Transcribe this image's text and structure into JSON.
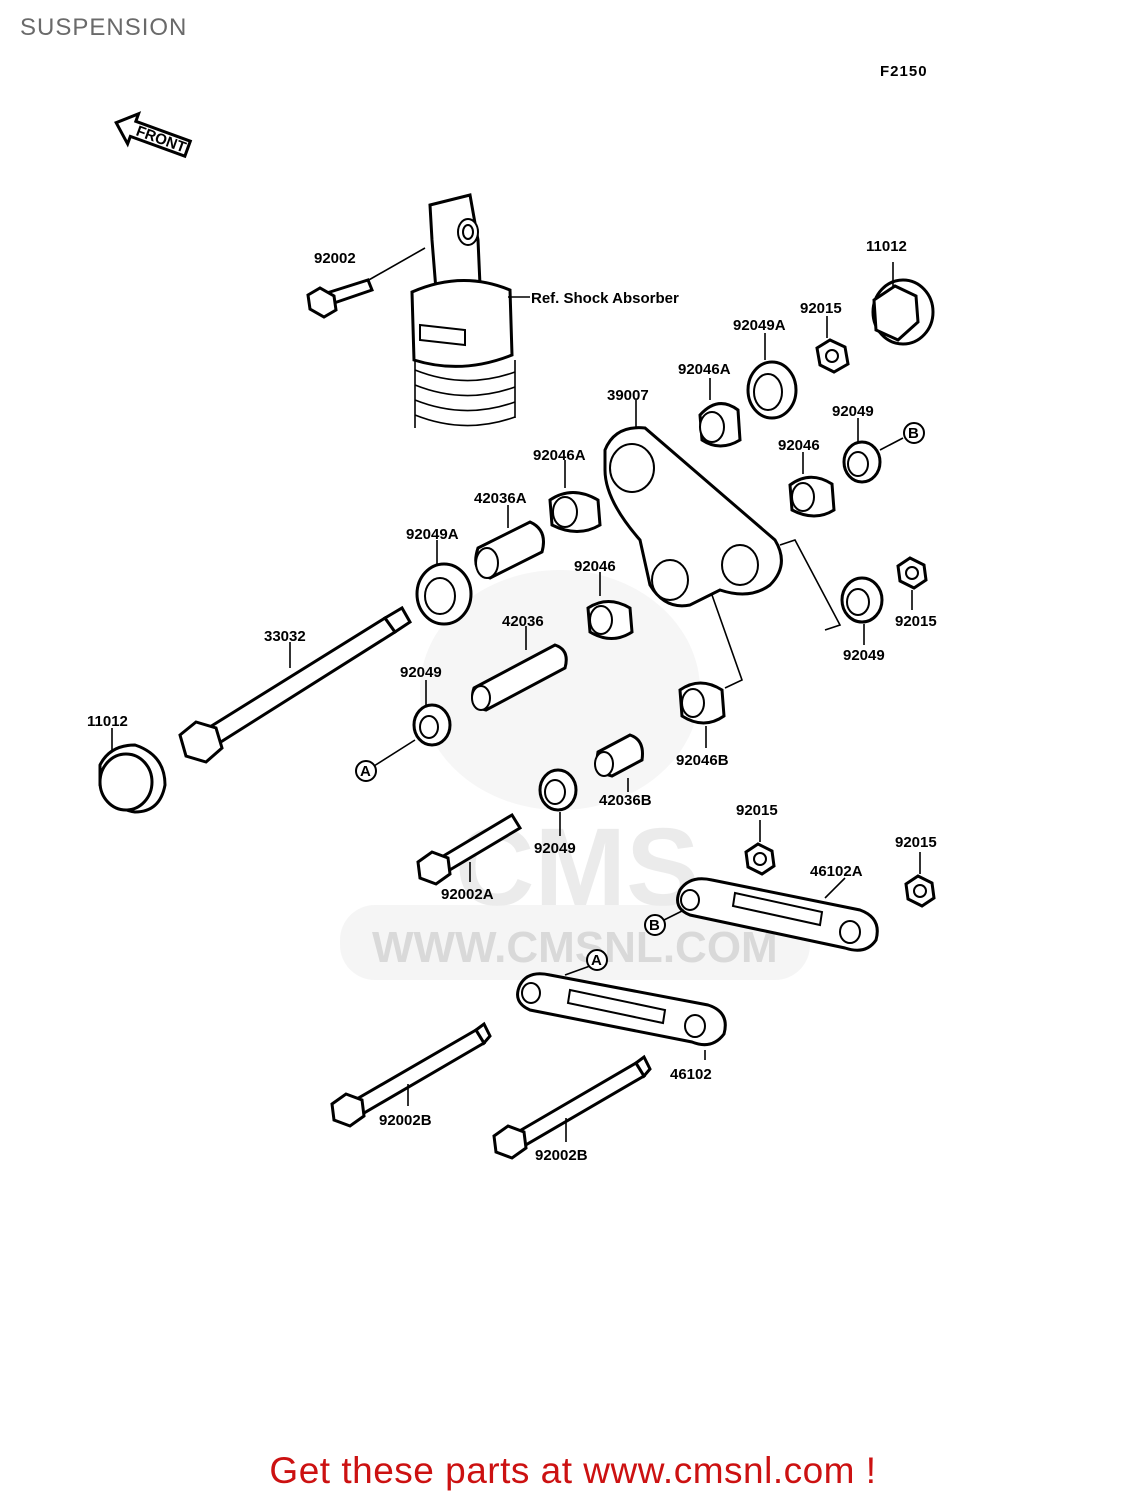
{
  "page_title": "SUSPENSION",
  "figure_code": "F2150",
  "front_indicator": "FRONT",
  "ref_label": "Ref. Shock Absorber",
  "watermark": {
    "text_main": "CMS",
    "text_url": "WWW.CMSNL.COM"
  },
  "callouts": {
    "a": "A",
    "b": "B"
  },
  "parts": {
    "p92002": "92002",
    "p11012_top": "11012",
    "p92015_top": "92015",
    "p92049A_top": "92049A",
    "p92046A_top": "92046A",
    "p39007": "39007",
    "p92049_top": "92049",
    "p92046_right": "92046",
    "p92046A_left": "92046A",
    "p42036A": "42036A",
    "p92049A_left": "92049A",
    "p92046_mid": "92046",
    "p42036": "42036",
    "p33032": "33032",
    "p92015_right": "92015",
    "p92049_right": "92049",
    "p92049_left": "92049",
    "p11012_left": "11012",
    "p92046B": "92046B",
    "p42036B": "42036B",
    "p92015_mid": "92015",
    "p92015_far": "92015",
    "p92049_lower": "92049",
    "p92002A": "92002A",
    "p46102A": "46102A",
    "p46102": "46102",
    "p92002B_left": "92002B",
    "p92002B_right": "92002B"
  },
  "footer": "Get these parts at www.cmsnl.com !"
}
